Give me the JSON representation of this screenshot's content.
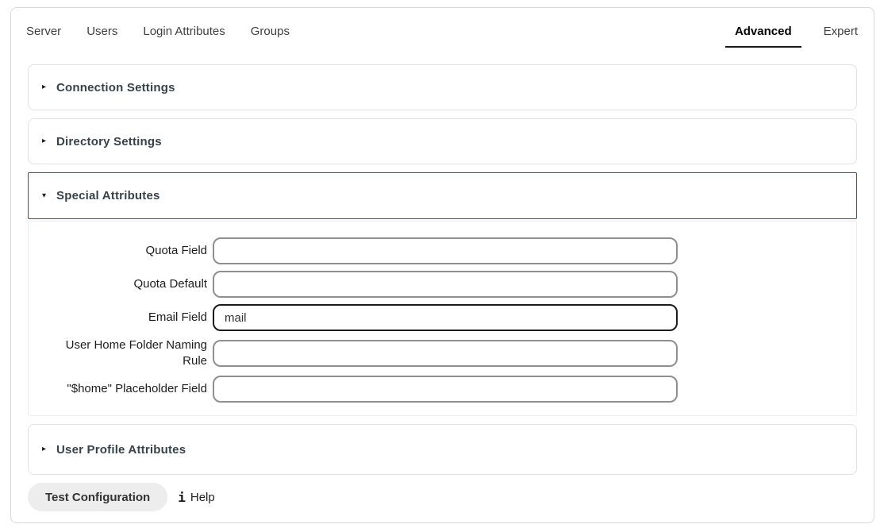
{
  "tabs": {
    "left": [
      {
        "label": "Server"
      },
      {
        "label": "Users"
      },
      {
        "label": "Login Attributes"
      },
      {
        "label": "Groups"
      }
    ],
    "right": [
      {
        "label": "Advanced",
        "active": true
      },
      {
        "label": "Expert",
        "active": false
      }
    ]
  },
  "sections": [
    {
      "title": "Connection Settings",
      "expanded": false,
      "arrow": "▸"
    },
    {
      "title": "Directory Settings",
      "expanded": false,
      "arrow": "▸"
    },
    {
      "title": "Special Attributes",
      "expanded": true,
      "arrow": "▾"
    },
    {
      "title": "User Profile Attributes",
      "expanded": false,
      "arrow": "▸"
    }
  ],
  "special_attributes": {
    "fields": [
      {
        "label": "Quota Field",
        "value": ""
      },
      {
        "label": "Quota Default",
        "value": ""
      },
      {
        "label": "Email Field",
        "value": "mail"
      },
      {
        "label": "User Home Folder Naming Rule",
        "value": ""
      },
      {
        "label": "\"$home\" Placeholder Field",
        "value": ""
      }
    ]
  },
  "footer": {
    "test_button_label": "Test Configuration",
    "help_icon_glyph": "i",
    "help_label": "Help"
  },
  "colors": {
    "accent_border": "#0766a0",
    "section_heading": "#37424b",
    "active_tab_underline": "#1a1a1a",
    "button_background": "#ededed"
  }
}
